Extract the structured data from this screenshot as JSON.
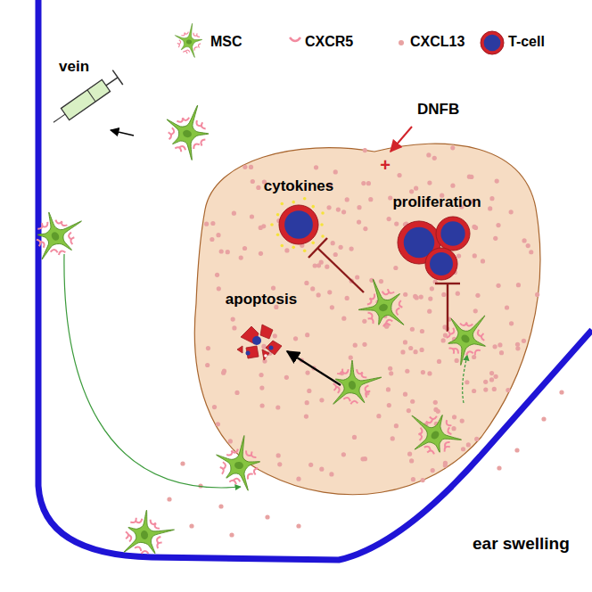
{
  "diagram": {
    "labels": [
      "vein",
      "DNFB",
      "+",
      "cytokines",
      "proliferation",
      "apoptosis",
      "ear swelling"
    ],
    "legend": [
      {
        "text": "MSC"
      },
      {
        "text": "CXCR5"
      },
      {
        "text": "CXCL13"
      },
      {
        "text": "T-cell"
      }
    ]
  }
}
